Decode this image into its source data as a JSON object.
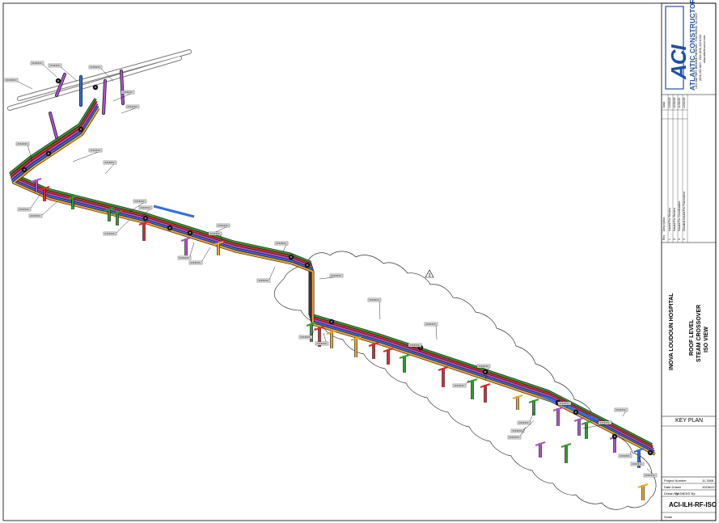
{
  "company": {
    "logo_text": "ACI",
    "name": "ATLANTIC CONSTRUCTORS",
    "address": "1401 BATTERY BROOKE PARKWAY · RICHMOND, VA 23237",
    "phone": "(804) 222-3400 · FAX (804) 222-8154",
    "web": "www.atlanticconst.com"
  },
  "revisions": {
    "header_rev": "Rev",
    "header_desc": "Description",
    "header_date": "Date",
    "rows": [
      {
        "rev": "1",
        "desc": "Issued For Review",
        "date": "10/06/22"
      },
      {
        "rev": "2",
        "desc": "Issued For Review",
        "date": "10/06/22"
      },
      {
        "rev": "3",
        "desc": "Issued For Coordination",
        "date": "11/02/22"
      },
      {
        "rev": "4",
        "desc": "Clouded Issued For Fabrication",
        "date": "12/02/22"
      }
    ]
  },
  "project": {
    "client": "INOVA LOUDOUN HOSPITAL",
    "title_line1": "ROOF LEVEL",
    "title_line2": "STEAM CROSSOVER",
    "title_line3": "ISO VIEW"
  },
  "key_plan": "KEY PLAN",
  "info": {
    "project_number_label": "Project Number",
    "project_number": "11-3008",
    "date_drawn_label": "Date Drawn",
    "date_drawn": "10/06/22",
    "drawn_by_label": "Drawn By:",
    "drawn_by": "MGM",
    "ckd_by_label": "CKD By:",
    "drawing_number": "ACI-ILH-RF-ISO",
    "scale_label": "Scale"
  },
  "revision_tag": "3",
  "colors": {
    "green": "#2e9e2e",
    "red": "#e8242a",
    "purple": "#b04fd8",
    "orange": "#f5a623",
    "blue": "#2f6fe0",
    "gray": "#8a8a8a",
    "brand_blue": "#1f4fa8"
  }
}
